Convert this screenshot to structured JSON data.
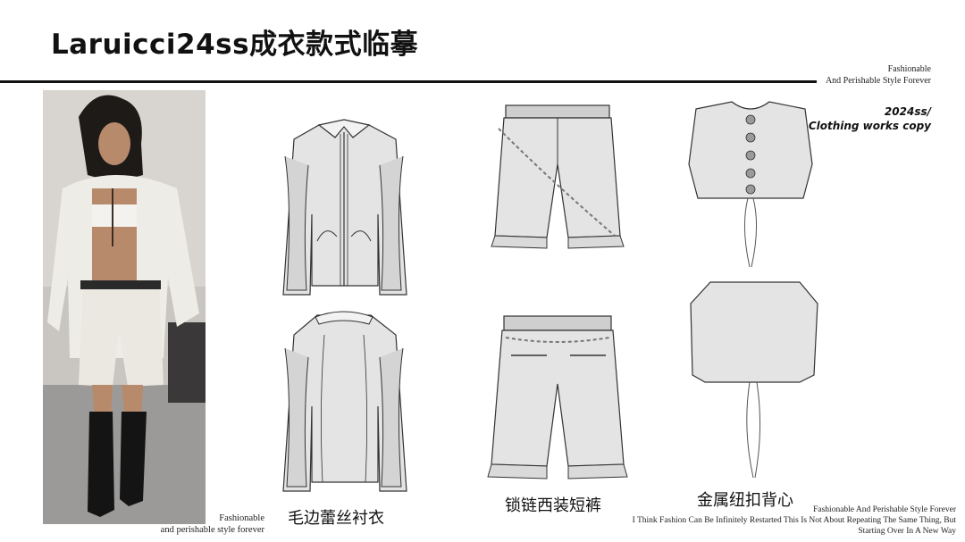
{
  "header": {
    "title": "Laruicci24ss成衣款式临摹",
    "tagline_line1": "Fashionable",
    "tagline_line2": "And Perishable Style Forever",
    "season_line1": "2024ss/",
    "season_line2": "Clothing works copy"
  },
  "photo": {
    "caption_line1": "Fashionable",
    "caption_line2": "and perishable style forever"
  },
  "garments": [
    {
      "label": "毛边蕾丝衬衣"
    },
    {
      "label": "锁链西装短裤"
    },
    {
      "label": "金属纽扣背心"
    }
  ],
  "footer": {
    "line1": "Fashionable And Perishable Style Forever",
    "line2": "I Think Fashion Can Be Infinitely Restarted This Is Not About Repeating The Same Thing, But",
    "line3": "Starting Over In A New Way"
  },
  "colors": {
    "fabric": "#e4e4e4",
    "outline": "#333333",
    "rule": "#111111"
  }
}
